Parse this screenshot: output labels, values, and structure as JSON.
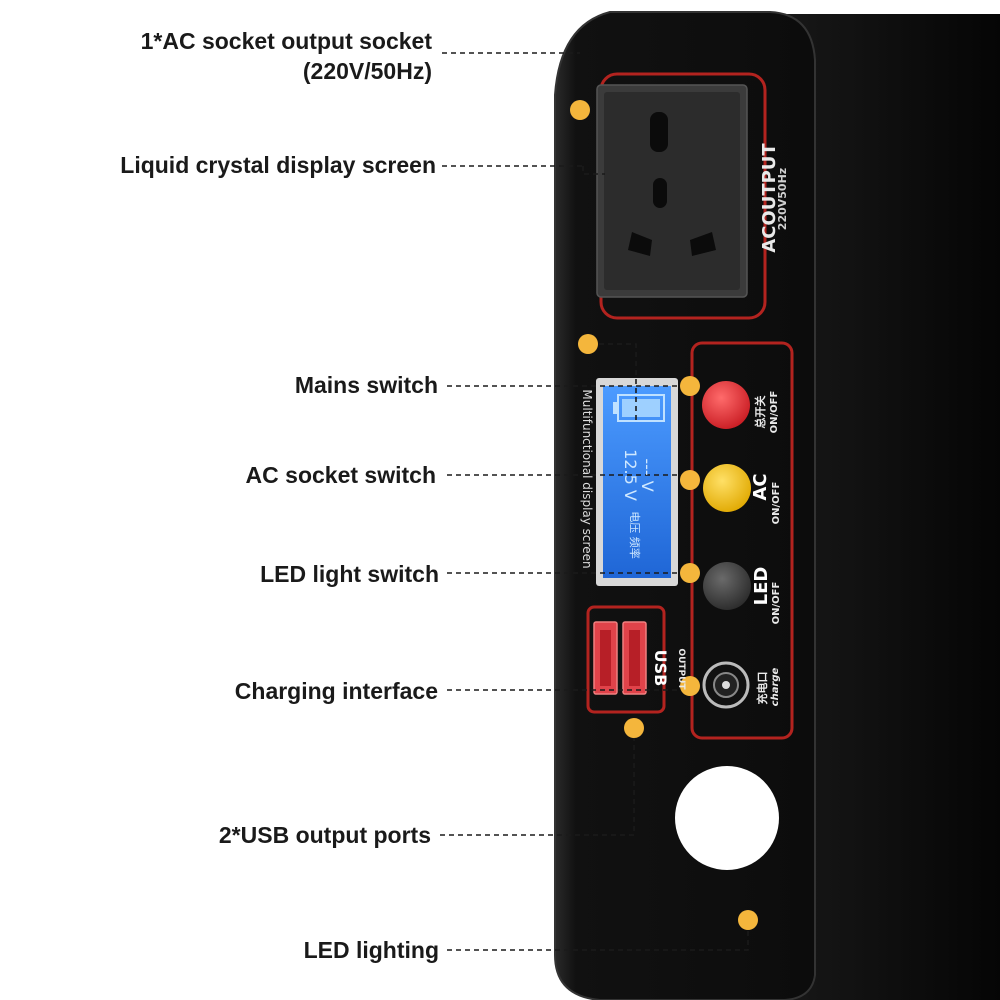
{
  "callouts": {
    "ac_socket": {
      "line1": "1*AC socket output socket",
      "line2": "(220V/50Hz)"
    },
    "lcd": "Liquid crystal display screen",
    "mains_switch": "Mains switch",
    "ac_switch": "AC socket switch",
    "led_switch": "LED light switch",
    "charging": "Charging interface",
    "usb": "2*USB output ports",
    "led_lighting": "LED lighting"
  },
  "device": {
    "ac_panel": {
      "title": "ACOUTPUT",
      "spec": "220V50Hz"
    },
    "display_caption": "Multifunctional display screen",
    "lcd": {
      "line1": "12.5 V",
      "line2": "--- V",
      "line3": "电压 频率"
    },
    "mains": {
      "cn": "总开关",
      "en": "ON/OFF"
    },
    "ac": {
      "title": "AC",
      "en": "ON/OFF"
    },
    "led": {
      "title": "LED",
      "en": "ON/OFF"
    },
    "charge": {
      "cn": "充电口",
      "en": "charge"
    },
    "usb": {
      "title": "USB",
      "sub": "OUTPUT"
    }
  },
  "colors": {
    "body": "#121212",
    "red_outline": "#b3231f",
    "dot": "#f4b63c",
    "mains_button": "#e3232a",
    "ac_button": "#f6c315",
    "led_button": "#3a3a3a",
    "lcd": "#2a7cf0",
    "usb_port": "#e0434a"
  }
}
